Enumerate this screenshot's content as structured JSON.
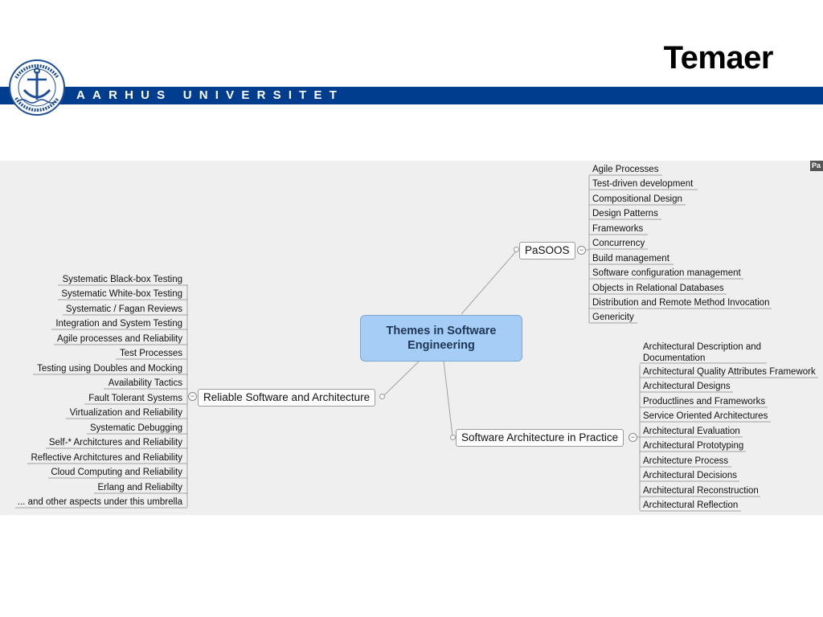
{
  "slide": {
    "title": "Temaer"
  },
  "branding": {
    "university_name": "AARHUS UNIVERSITET",
    "seal_text": "SOLDIUM PETIT IN PROFUNDIS · UNIVERSITAS ARHUSIENSIS"
  },
  "mindmap": {
    "central": {
      "line1": "Themes in Software",
      "line2": "Engineering"
    },
    "pa_tab": "Pa",
    "branches": {
      "pasoos": {
        "label": "PaSOOS",
        "items": [
          "Agile Processes",
          "Test-driven development",
          "Compositional Design",
          "Design Patterns",
          "Frameworks",
          "Concurrency",
          "Build management",
          "Software configuration management",
          "Objects in Relational Databases",
          "Distribution and Remote Method Invocation",
          "Genericity"
        ]
      },
      "reliable": {
        "label": "Reliable Software and Architecture",
        "items": [
          "Systematic Black-box Testing",
          "Systematic White-box Testing",
          "Systematic / Fagan Reviews",
          "Integration and System Testing",
          "Agile processes and Reliability",
          "Test Processes",
          "Testing using Doubles and Mocking",
          "Availability Tactics",
          "Fault Tolerant Systems",
          "Virtualization and Reliability",
          "Systematic Debugging",
          "Self-* Architctures and Reliability",
          "Reflective Architctures and Reliability",
          "Cloud Computing and Reliability",
          "Erlang and Reliabilty",
          "... and other aspects under this umbrella"
        ]
      },
      "practice": {
        "label": "Software Architecture in Practice",
        "items": [
          "Architectural Description and Documentation",
          "Architectural Quality Attributes Framework",
          "Architectural Designs",
          "Productlines and Frameworks",
          "Service Oriented Architectures",
          "Architectural Evaluation",
          "Architectural Prototyping",
          "Architecture Process",
          "Architectural Decisions",
          "Architectural Reconstruction",
          "Architectural Reflection"
        ]
      }
    }
  }
}
